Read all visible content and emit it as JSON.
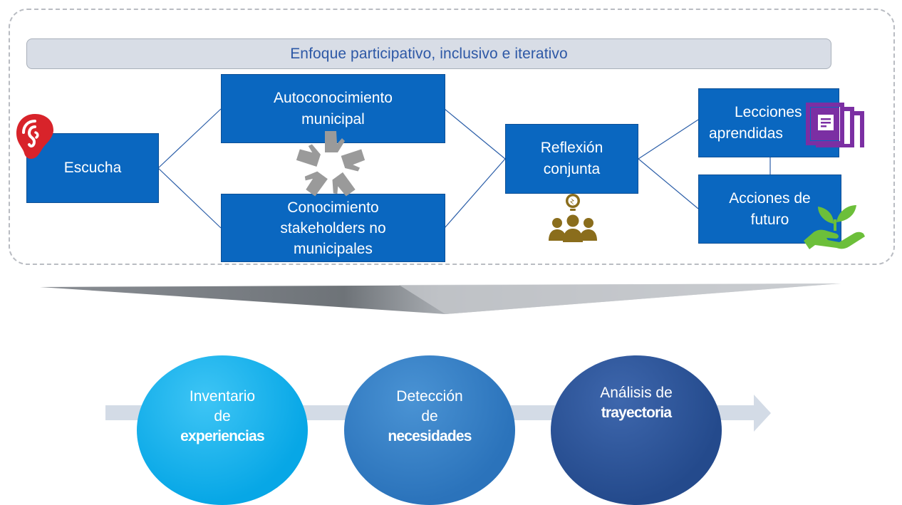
{
  "banner": {
    "label": "Enfoque participativo, inclusivo e iterativo"
  },
  "flow": {
    "escucha": "Escucha",
    "autoconocimiento": [
      "Autoconocimiento",
      "municipal"
    ],
    "conocimiento": [
      "Conocimiento",
      "stakeholders no",
      "municipales"
    ],
    "reflexion": [
      "Reflexión",
      "conjunta"
    ],
    "lecciones": [
      "Lecciones",
      "aprendidas"
    ],
    "acciones": [
      "Acciones de",
      "futuro"
    ]
  },
  "icons": {
    "ear": "ear-icon",
    "hands": "hands-circle-icon",
    "team": "team-idea-icon",
    "book": "book-icon",
    "plant": "plant-hand-icon"
  },
  "colors": {
    "box": "#0a67c0",
    "banner_text": "#2d58a6",
    "ear": "#d8232a",
    "team": "#8a6d1c",
    "book": "#7b2fa3",
    "plant": "#6cbf3a"
  },
  "phases": [
    {
      "top": "Inventario",
      "mid": "de",
      "bold": "experiencias"
    },
    {
      "top": "Detección",
      "mid": "de",
      "bold": "necesidades"
    },
    {
      "top": "Análisis de",
      "bold": "trayectoria"
    }
  ]
}
